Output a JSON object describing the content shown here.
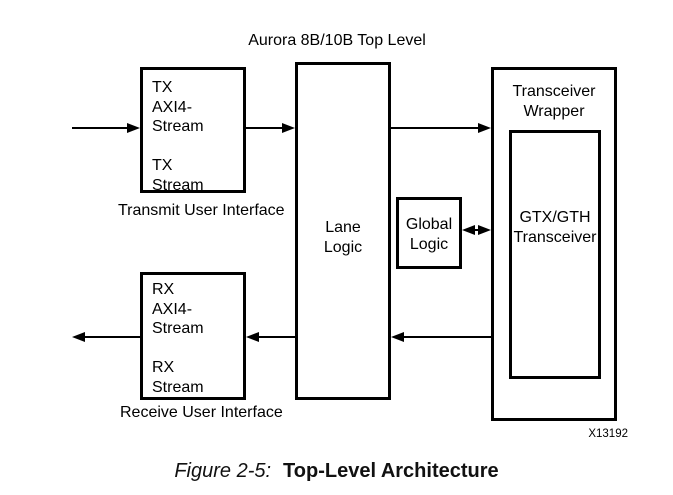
{
  "diagram": {
    "title": "Aurora 8B/10B Top Level"
  },
  "blocks": {
    "tx": {
      "label": "TX\nAXI4-Stream\n\nTX\nStream",
      "caption": "Transmit User Interface"
    },
    "rx": {
      "label": "RX\nAXI4-Stream\n\nRX\nStream",
      "caption": "Receive User Interface"
    },
    "lane_logic": {
      "label": "Lane\nLogic"
    },
    "global_logic": {
      "label": "Global\nLogic"
    },
    "transceiver_wrapper": {
      "label": "Transceiver\nWrapper"
    },
    "gtx": {
      "label": "GTX/GTH\nTransceiver"
    }
  },
  "figure": {
    "id": "X13192",
    "caption_prefix": "Figure 2-5:",
    "caption_title": "Top-Level Architecture"
  },
  "colors": {
    "line": "#000000",
    "background": "#ffffff",
    "text": "#000000"
  }
}
